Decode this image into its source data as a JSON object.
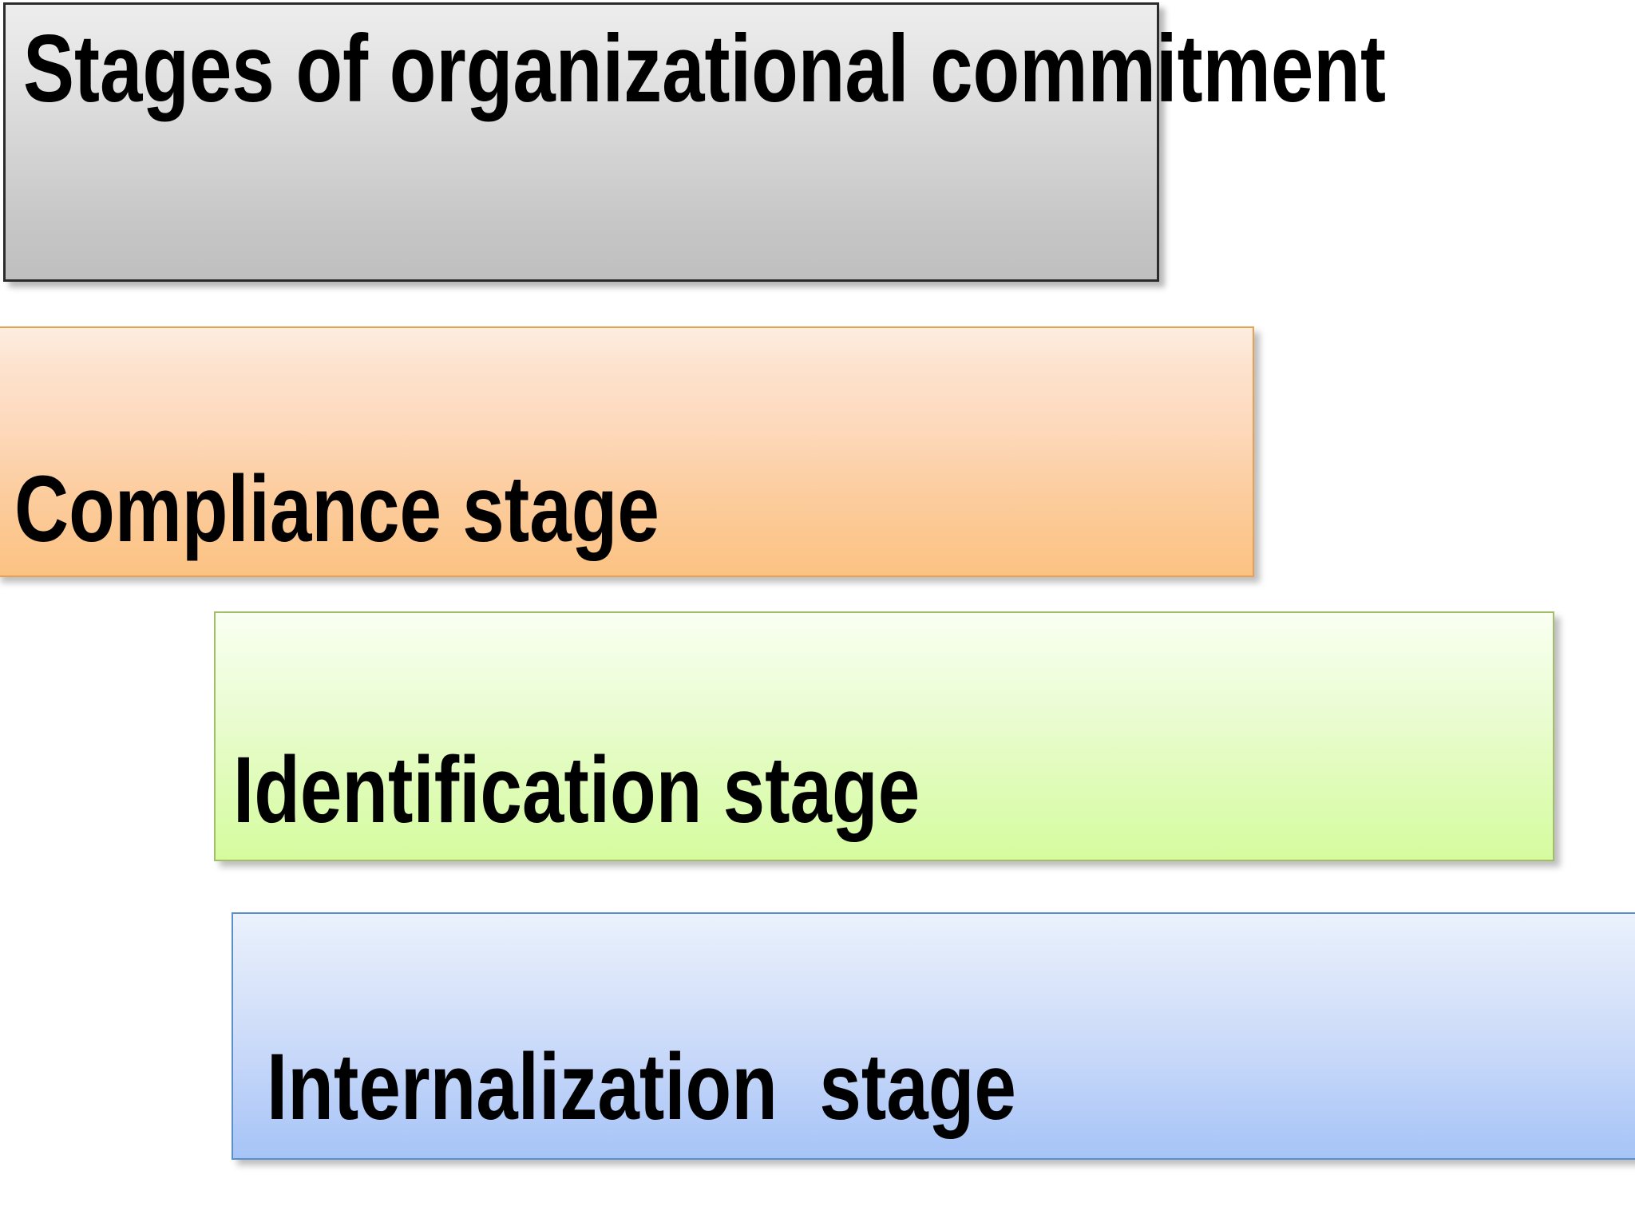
{
  "slide": {
    "background_color": "#ffffff",
    "type": "staircase-diagram",
    "title_block": {
      "text": "Stages of organizational commitment",
      "lines": [
        "Stages of organizational",
        "commitment"
      ],
      "fill_top_color": "#ededed",
      "fill_bottom_color": "#bfbfbf",
      "border_color": "#2b2b2b"
    },
    "stages": [
      {
        "index": 1,
        "label": "Compliance stage",
        "fill_top_color": "#fdede1",
        "fill_bottom_color": "#fbc282",
        "border_color": "#e8a055",
        "accent_name": "orange"
      },
      {
        "index": 2,
        "label": "Identification stage",
        "fill_top_color": "#fafff2",
        "fill_bottom_color": "#d5fb9e",
        "border_color": "#a2be68",
        "accent_name": "green"
      },
      {
        "index": 3,
        "label": "Internalization  stage",
        "fill_top_color": "#ebf2fd",
        "fill_bottom_color": "#a6c4f6",
        "border_color": "#5b8fc9",
        "accent_name": "blue"
      }
    ]
  }
}
